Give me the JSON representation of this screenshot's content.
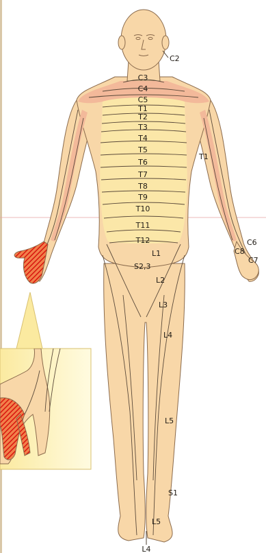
{
  "figure": {
    "colors": {
      "skin": "#f8d7a8",
      "trunk_band": "#fbe7a8",
      "neck_band": "#f3b99a",
      "outline": "#8a6a4c",
      "dermatome_line": "#5b4a3a",
      "highlight": "#e0201a",
      "inset_background": "#fbf2b0",
      "crosshair": "#e8a0a0"
    },
    "labels": {
      "c2": "C2",
      "c3": "C3",
      "c4": "C4",
      "c5": "C5",
      "t1": "T1",
      "t2": "T2",
      "t3": "T3",
      "t4": "T4",
      "t5": "T5",
      "t6": "T6",
      "t7": "T7",
      "t8": "T8",
      "t9": "T9",
      "t10": "T10",
      "t11": "T11",
      "t12": "T12",
      "t1_arm": "T1",
      "l1": "L1",
      "s23": "S2,3",
      "l2": "L2",
      "l3": "L3",
      "l4_thigh": "L4",
      "l5_shin": "L5",
      "s1": "S1",
      "l5_foot": "L5",
      "l4_bottom": "L4",
      "c6": "C6",
      "c8": "C8",
      "c7": "C7"
    },
    "highlighted_region": "left-hand-c8-dermatome",
    "inset": "magnified-hand-detail"
  }
}
